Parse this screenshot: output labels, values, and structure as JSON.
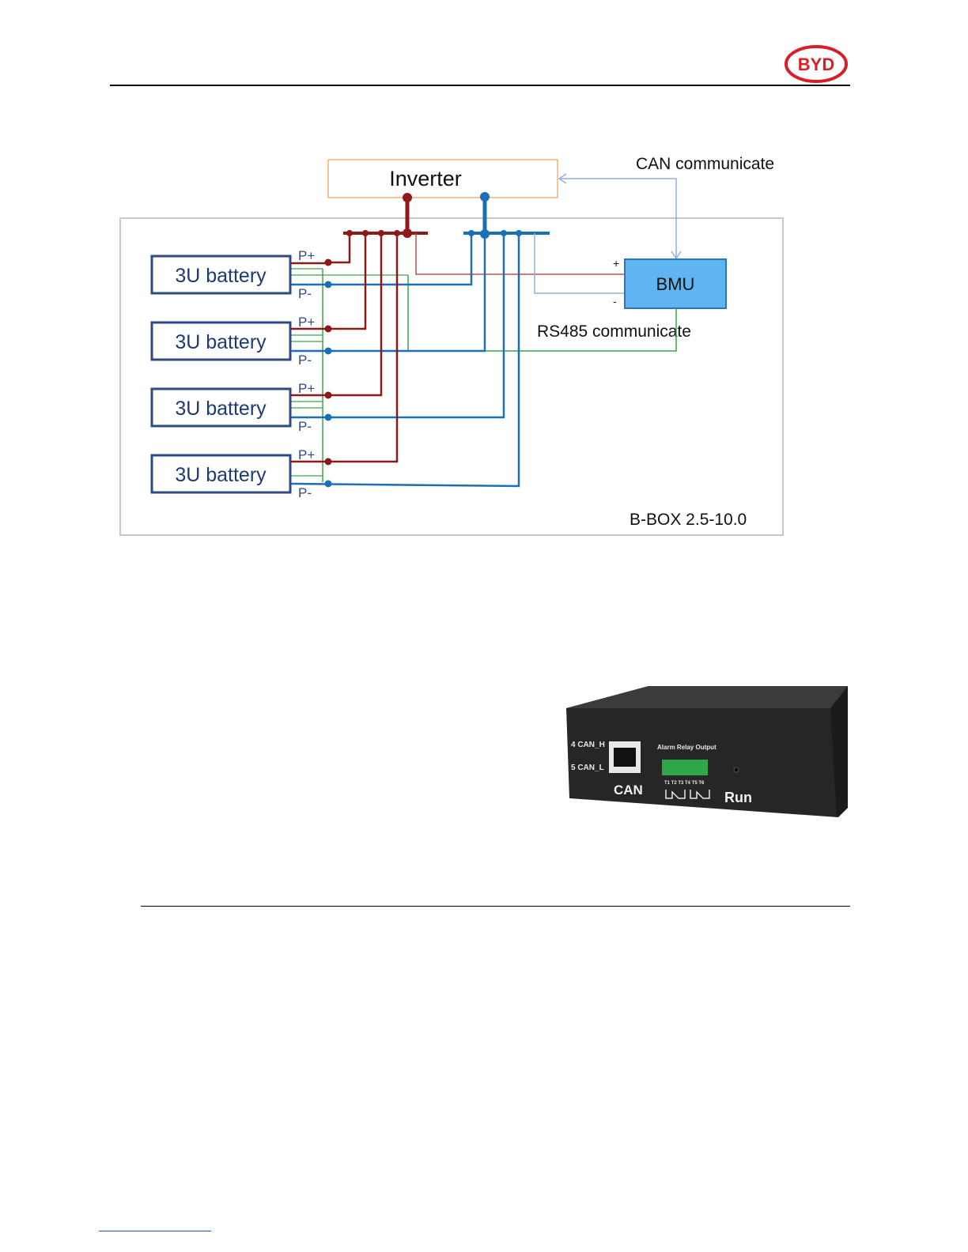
{
  "header": {
    "logo_text": "BYD"
  },
  "diagram": {
    "inverter_label": "Inverter",
    "can_label": "CAN communicate",
    "bmu_label": "BMU",
    "rs485_label": "RS485 communicate",
    "box_label": "B-BOX 2.5-10.0",
    "bmu_plus": "+",
    "bmu_minus": "-",
    "batteries": [
      {
        "label": "3U battery",
        "pos": "P+",
        "neg": "P-"
      },
      {
        "label": "3U battery",
        "pos": "P+",
        "neg": "P-"
      },
      {
        "label": "3U battery",
        "pos": "P+",
        "neg": "P-"
      },
      {
        "label": "3U battery",
        "pos": "P+",
        "neg": "P-"
      }
    ],
    "colors": {
      "positive": "#8b1a1a",
      "negative": "#1a6fb5",
      "bus_signal": "#3aa64a",
      "can_line": "#8fb0dc",
      "bmu_fill": "#5fb4f2",
      "battery_border": "#2b4a86",
      "inverter_border": "#f0b27a"
    }
  },
  "device": {
    "pin4_label": "4 CAN_H",
    "pin5_label": "5 CAN_L",
    "relay_label": "Alarm Relay Output",
    "terminal_labels": "T1 T2 T3 T4 T5 T6",
    "can_port_label": "CAN",
    "run_label": "Run"
  }
}
